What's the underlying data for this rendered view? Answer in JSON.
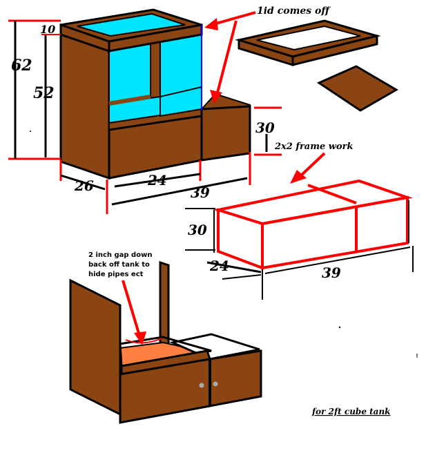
{
  "colors": {
    "wood": "#8B4513",
    "wood_dark": "#6B3410",
    "glass": "#00E5FF",
    "outline": "#000000",
    "red": "#FF0000",
    "gap_fill": "#FF8040",
    "white": "#FFFFFF"
  },
  "labels": {
    "lid_note": "1id comes off",
    "frame_note": "2x2 frame work",
    "gap_note": [
      "2 inch gap down",
      "back off tank to",
      "hide pipes ect"
    ],
    "caption": "for  2ft cube tank"
  },
  "dimensions": {
    "total_height": "62",
    "cabinet_height": "52",
    "lid_height": "10",
    "shelf_height": "30",
    "depth": "26",
    "tank_width": "24",
    "total_width": "39",
    "frame_height": "30",
    "frame_depth": "24",
    "frame_width": "39"
  }
}
